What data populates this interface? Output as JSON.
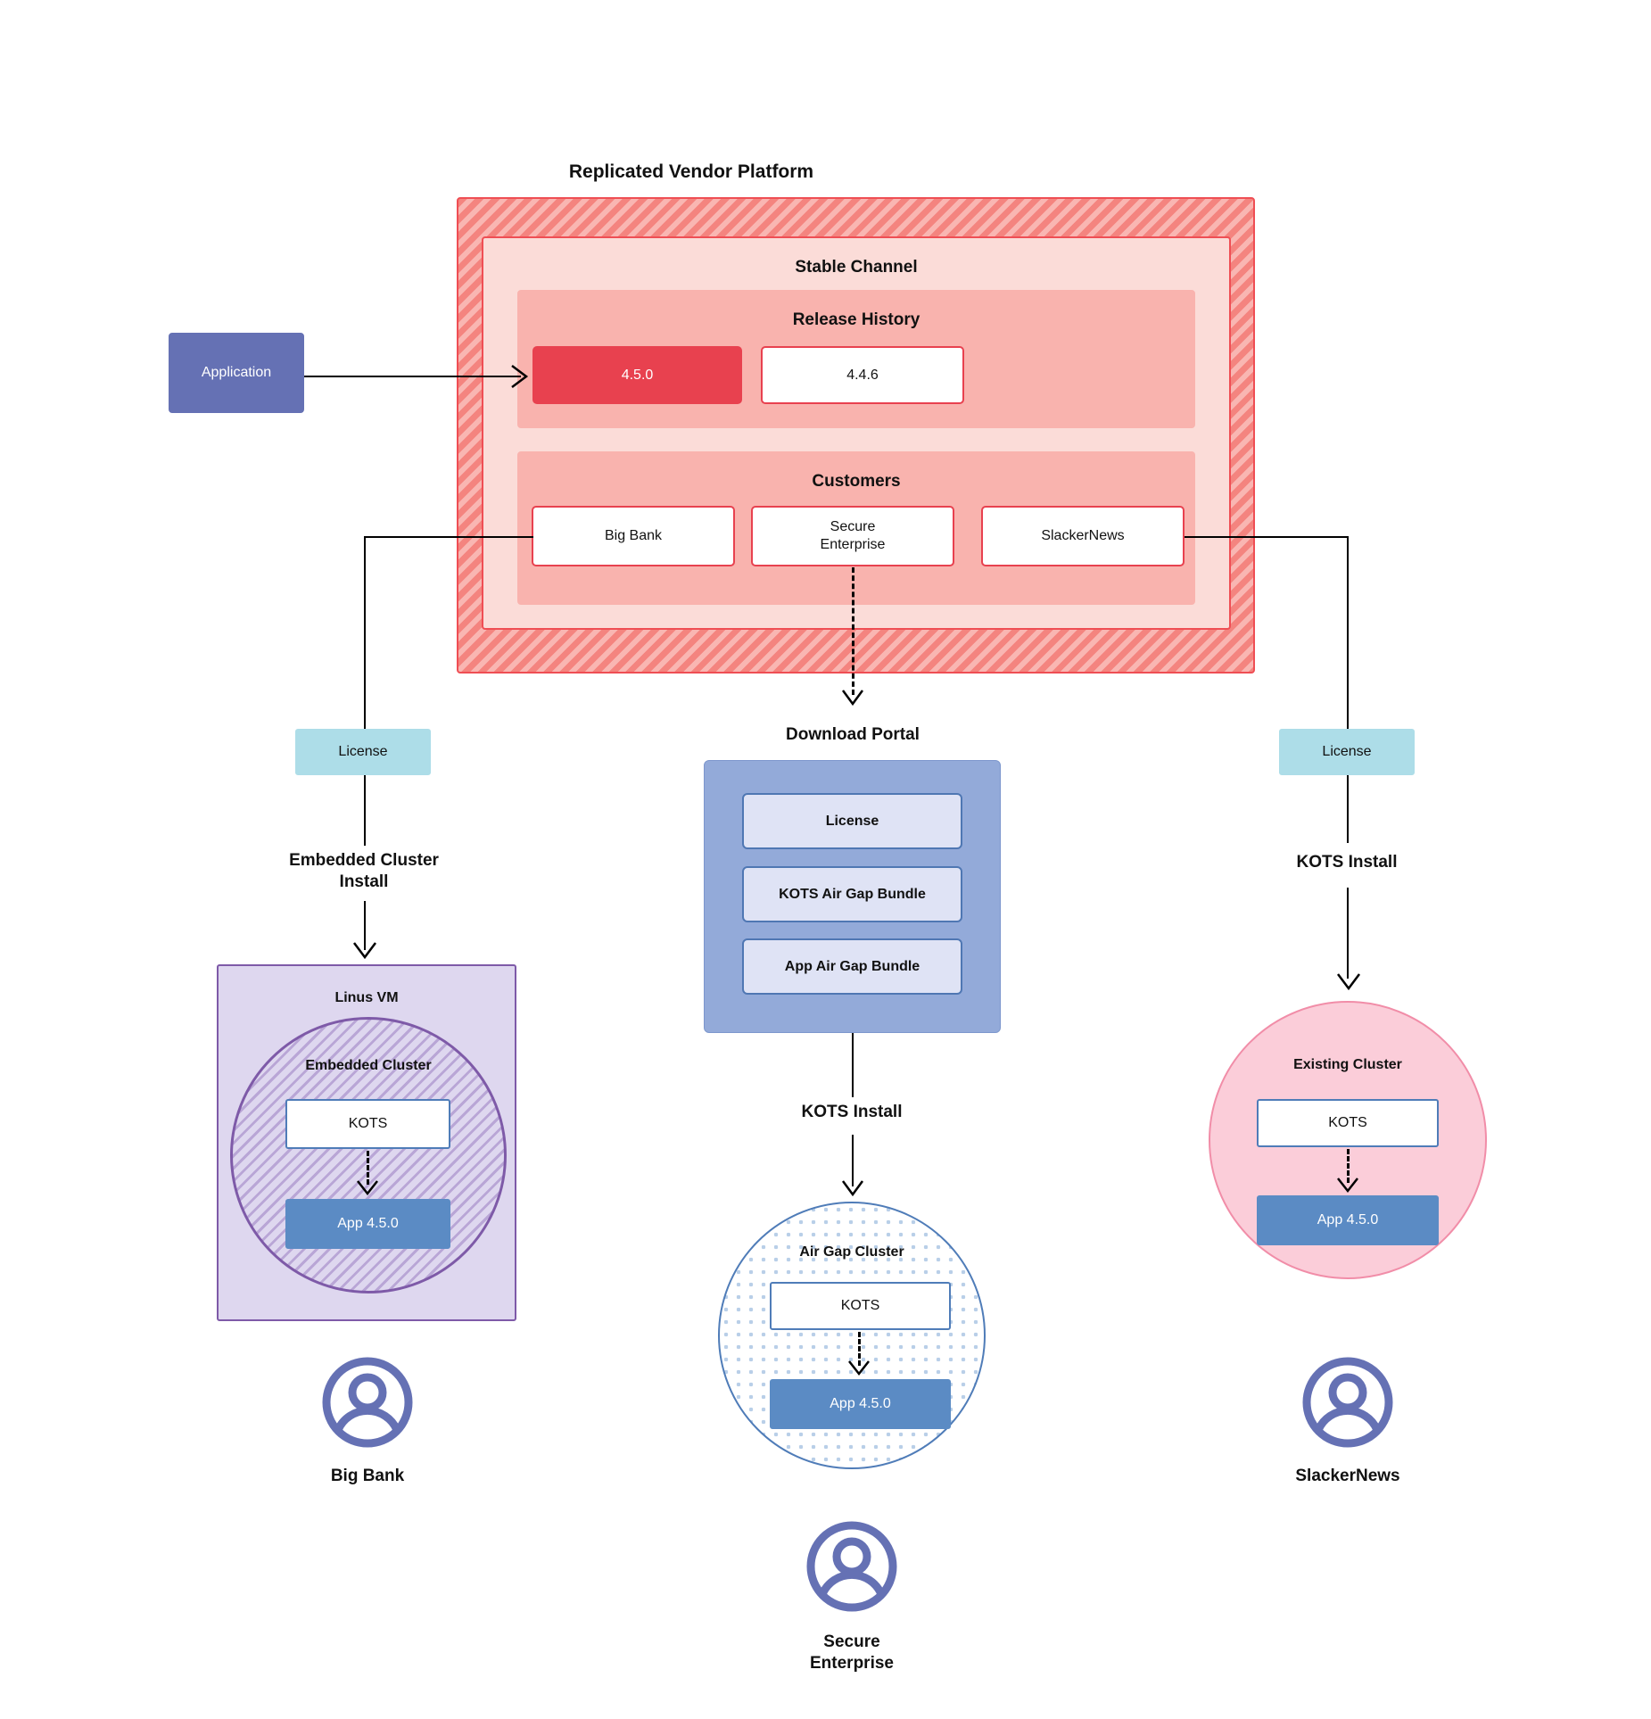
{
  "diagram": {
    "platform": {
      "title": "Replicated Vendor Platform",
      "channel_title": "Stable Channel",
      "release_history": {
        "title": "Release History",
        "releases": [
          {
            "version": "4.5.0",
            "state": "active"
          },
          {
            "version": "4.4.6",
            "state": "previous"
          }
        ]
      },
      "customers": {
        "title": "Customers",
        "items": [
          {
            "name": "Big Bank"
          },
          {
            "name": "Secure\nEnterprise"
          },
          {
            "name": "SlackerNews"
          }
        ]
      }
    },
    "application": {
      "label": "Application"
    },
    "licenses": {
      "left": "License",
      "right": "License"
    },
    "install_labels": {
      "embedded": "Embedded Cluster\nInstall",
      "airgap": "KOTS Install",
      "existing": "KOTS Install"
    },
    "download_portal": {
      "title": "Download  Portal",
      "items": [
        {
          "label": "License"
        },
        {
          "label": "KOTS Air Gap Bundle"
        },
        {
          "label": "App Air Gap Bundle"
        }
      ]
    },
    "clusters": {
      "embedded": {
        "vm_label": "Linus VM",
        "cluster_label": "Embedded Cluster",
        "kots_label": "KOTS",
        "app_label": "App 4.5.0"
      },
      "airgap": {
        "cluster_label": "Air Gap Cluster",
        "kots_label": "KOTS",
        "app_label": "App 4.5.0"
      },
      "existing": {
        "cluster_label": "Existing Cluster",
        "kots_label": "KOTS",
        "app_label": "App 4.5.0"
      }
    },
    "end_users": [
      {
        "name": "Big Bank",
        "icon": "person-circle-icon"
      },
      {
        "name": "Secure\nEnterprise",
        "icon": "person-circle-icon"
      },
      {
        "name": "SlackerNews",
        "icon": "person-circle-icon"
      }
    ],
    "colors": {
      "platform_hatch": "#f4847f",
      "channel_bg": "#fbdcd8",
      "panel_bg": "#f9b3ae",
      "release_active": "#e8414f",
      "application": "#6571b4",
      "license": "#addde8",
      "portal": "#93aad9",
      "portal_item": "#dfe3f5",
      "embedded_vm": "#ded7ef",
      "embedded_stroke": "#7e5aa8",
      "airgap_stroke": "#4f7cb8",
      "existing_bg": "#fbcdd9",
      "existing_stroke": "#f18da8",
      "app_version": "#5b8bc4",
      "person": "#6571b4"
    }
  }
}
